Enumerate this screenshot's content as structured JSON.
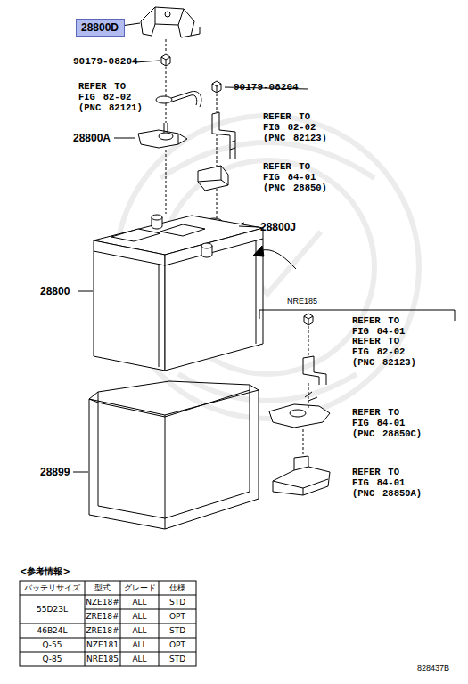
{
  "diagram": {
    "nodes": [
      {
        "text": [
          "28800D"
        ]
      }
    ],
    "labels": [
      "90179-08204",
      "REFER TO FIG 82-02 (PNC 82121)",
      "28800A",
      "90179-08204",
      "REFER TO FIG 82-02 (PNC 82123)",
      "REFER TO FIG 84-01 (PNC 28850)",
      "28800J",
      "28800",
      "NRE185",
      "REFER TO FIG 84-01",
      "REFER TO FIG 82-02 (PNC 82123)",
      "REFER TO FIG 84-01 (PNC 28850C)",
      "REFER TO FIG 84-01 (PNC 28859A)",
      "28899",
      "<参考情報>",
      "バッテリサイズ",
      "型式",
      "グレード",
      "仕様",
      "55D23L",
      "NZE18#",
      "ALL",
      "STD",
      "ZRE18#",
      "ALL",
      "OPT",
      "46B24L",
      "ZRE18#",
      "ALL",
      "STD",
      "Q-55",
      "NZE181",
      "ALL",
      "OPT",
      "Q-85",
      "NRE185",
      "ALL",
      "STD",
      "828437B"
    ]
  }
}
